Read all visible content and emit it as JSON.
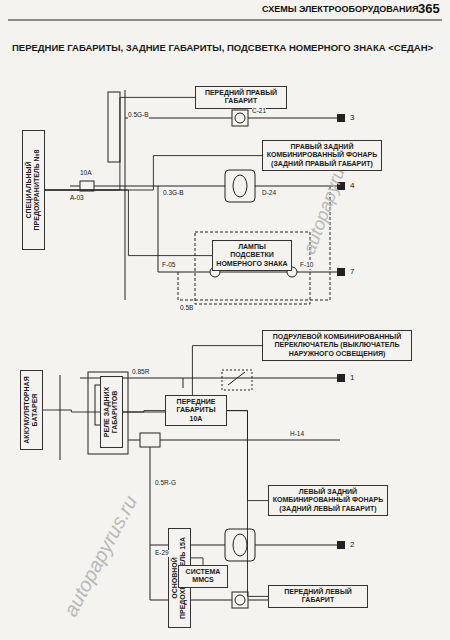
{
  "diagram": {
    "title": "ПЕРЕДНИЕ ГАБАРИТЫ, ЗАДНИЕ ГАБАРИТЫ, ПОДСВЕТКА НОМЕРНОГО ЗНАКА <СЕДАН>",
    "nodes": [
      {
        "text": [
          "СПЕЦИАЛЬНЫЙ ПРЕДОХРАНИТЕЛЬ №8"
        ]
      },
      {
        "text": [
          "ПЕРЕДНИЙ ПРАВЫЙ ГАБАРИТ"
        ]
      },
      {
        "text": [
          "ПРАВЫЙ ЗАДНИЙ КОМБИНИРОВАННЫЙ ФОНАРЬ (ЗАДНИЙ ПРАВЫЙ ГАБАРИТ)"
        ]
      },
      {
        "text": [
          "ЛАМПЫ ПОДСВЕТКИ НОМЕРНОГО ЗНАКА"
        ]
      },
      {
        "text": [
          "ПОДРУЛЕВОЙ КОМБИНИРОВАННЫЙ ПЕРЕКЛЮЧАТЕЛЬ (ВЫКЛЮЧАТЕЛЬ НАРУЖНОГО ОСВЕЩЕНИЯ)"
        ]
      },
      {
        "text": [
          "АККУМУЛЯТОРНАЯ БАТАРЕЯ"
        ]
      },
      {
        "text": [
          "РЕЛЕ ЗАДНИХ ГАБАРИТОВ"
        ]
      },
      {
        "text": [
          "ПЕРЕДНИЕ ГАБАРИТЫ",
          "10А"
        ]
      },
      {
        "text": [
          "ЛЕВЫЙ ЗАДНИЙ КОМБИНИРОВАННЫЙ ФОНАРЬ (ЗАДНИЙ ЛЕВЫЙ ГАБАРИТ)"
        ]
      },
      {
        "text": [
          "ОСНОВНОЙ ПРЕДОХРАНИТЕЛЬ 15А"
        ]
      },
      {
        "text": [
          "СИСТЕМА MMCS"
        ]
      },
      {
        "text": [
          "ПЕРЕДНИЙ ЛЕВЫЙ ГАБАРИТ"
        ]
      }
    ],
    "edges": [
      {
        "from": 0,
        "to": 1,
        "arrow": "none"
      },
      {
        "from": 0,
        "to": 2,
        "arrow": "none"
      },
      {
        "from": 0,
        "to": 3,
        "arrow": "none"
      },
      {
        "from": 5,
        "to": 6,
        "arrow": "none"
      },
      {
        "from": 6,
        "to": 4,
        "arrow": "none"
      },
      {
        "from": 6,
        "to": 7,
        "arrow": "none"
      },
      {
        "from": 7,
        "to": 8,
        "arrow": "none"
      },
      {
        "from": 9,
        "to": 10,
        "arrow": "none"
      },
      {
        "from": 7,
        "to": 11,
        "arrow": "none"
      }
    ],
    "labels": [
      "СХЕМЫ ЭЛЕКТРООБОРУДОВАНИЯ",
      "365",
      "autopapyrus.ru",
      "autopapyrus.ru",
      "0.5G-B",
      "0.3G-B",
      "0.5B",
      "C-21",
      "D-24",
      "F-05",
      "F-10",
      "10A",
      "A-03",
      "0.85R",
      "0.5R-G",
      "E-29",
      "H-14",
      "3",
      "4",
      "7",
      "1",
      "2"
    ]
  }
}
